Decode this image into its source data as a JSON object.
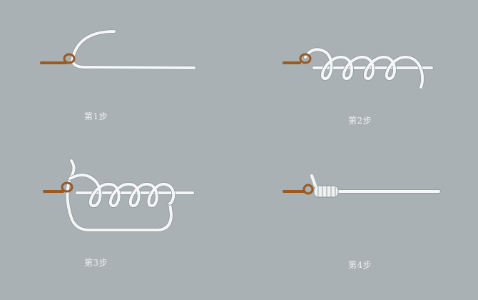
{
  "steps": [
    {
      "label": "第1步"
    },
    {
      "label": "第2步"
    },
    {
      "label": "第3步"
    },
    {
      "label": "第4步"
    }
  ],
  "colors": {
    "background": "#a9b1b4",
    "line": "#f4f6f7",
    "hook": "#9a5a22"
  }
}
